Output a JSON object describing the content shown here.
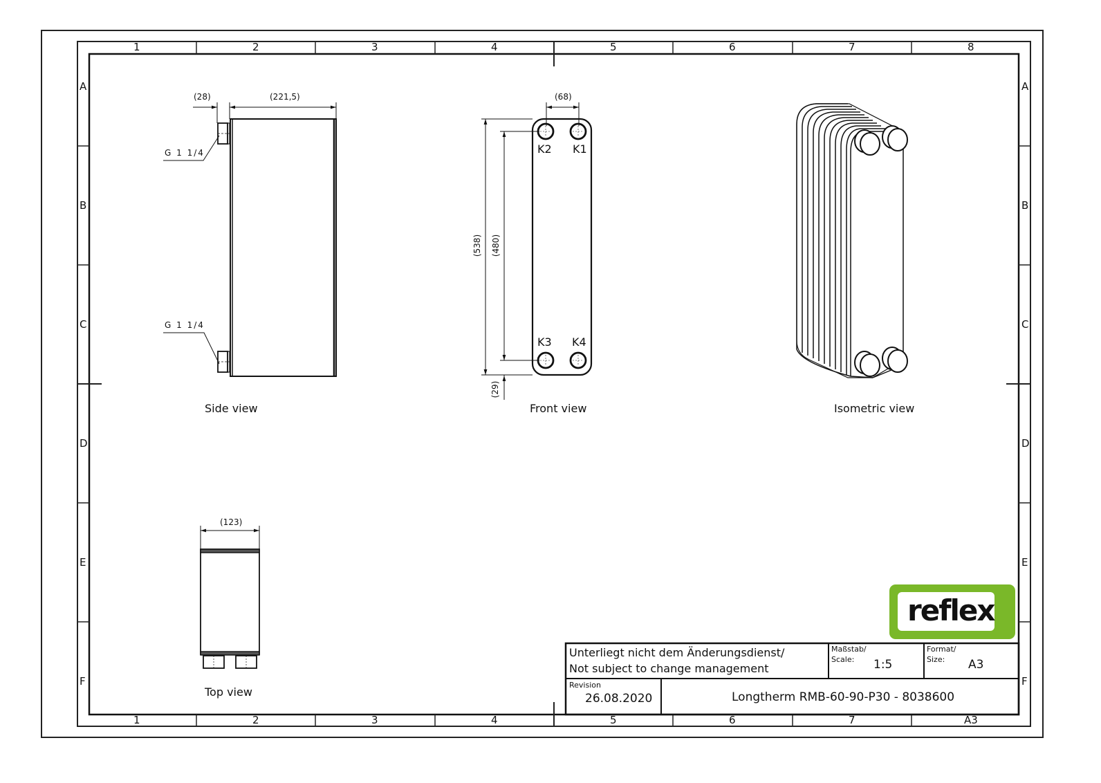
{
  "sheet": {
    "column_labels_top": [
      "1",
      "2",
      "3",
      "4",
      "5",
      "6",
      "7",
      "8"
    ],
    "column_labels_bottom": [
      "1",
      "2",
      "3",
      "4",
      "5",
      "6",
      "7",
      "A3"
    ],
    "row_labels": [
      "A",
      "B",
      "C",
      "D",
      "E",
      "F"
    ]
  },
  "views": {
    "side": {
      "label": "Side view",
      "dim_connection": "(28)",
      "dim_depth": "(221,5)",
      "thread_top": "G 1 1/4",
      "thread_bottom": "G 1 1/4"
    },
    "front": {
      "label": "Front view",
      "dim_port_spacing": "(68)",
      "dim_total_height": "(538)",
      "dim_port_height": "(480)",
      "dim_bottom_offset": "(29)",
      "ports": [
        "K2",
        "K1",
        "K3",
        "K4"
      ]
    },
    "isometric": {
      "label": "Isometric view"
    },
    "top": {
      "label": "Top view",
      "dim_width": "(123)"
    }
  },
  "logo": {
    "text": "reflex",
    "color": "#7ab829"
  },
  "title_block": {
    "notice_de": "Unterliegt nicht dem Änderungsdienst/",
    "notice_en": "Not subject to change management",
    "scale_label_de": "Maßstab/",
    "scale_label_en": "Scale:",
    "scale_value": "1:5",
    "format_label_de": "Format/",
    "format_label_en": "Size:",
    "format_value": "A3",
    "revision_label": "Revision",
    "revision_value": "26.08.2020",
    "drawing_title": "Longtherm RMB-60-90-P30 - 8038600"
  }
}
